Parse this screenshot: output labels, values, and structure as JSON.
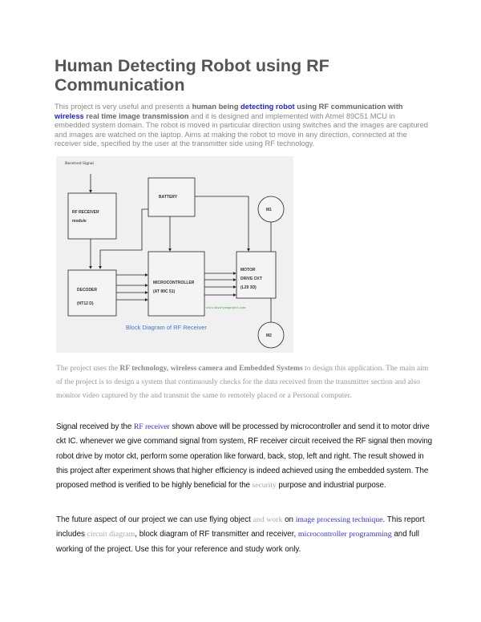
{
  "title": "Human Detecting Robot using RF Communication",
  "intro": {
    "t1": "This project is very useful and presents a ",
    "b1": "human being ",
    "l1": "detecting robot",
    "b2": " using RF communication with ",
    "l2": "wireless",
    "b3": " real time image transmission",
    "t2": " and it is designed and implemented with Atmel 89C51 MCU in embedded system domain. The robot is moved in particular direction using switches and the images are captured and images are watched on the laptop. Aims at making the robot  to move in any direction, connected at the receiver side, specified by the user at the transmitter side using RF technology."
  },
  "diagram": {
    "received_signal": "Received Signal",
    "rf_receiver": "RF RECEIVER",
    "rf_module": "module",
    "battery": "BATTERY",
    "decoder": "DECODER",
    "decoder_part": "(HT12 D)",
    "mcu": "MICROCONTROLLER",
    "mcu_part": "(AT 89C 51)",
    "motor": "MOTOR",
    "motor2": "DRIVE CKT",
    "motor_part": "(L29 3D)",
    "m1": "M1",
    "m2": "M2",
    "watermark": "www.final-yearproject.com",
    "caption": "Block Diagram of RF Receiver"
  },
  "para2": {
    "t1": "The project uses the ",
    "b1": "RF technology, wireless camera and Embedded Systems",
    "t2": " to design this application. The main aim of the project is to design a system that continuously checks for the data received from the transmitter section and also monitor video captured by the and transmit the same to remotely placed or a Personal computer."
  },
  "para3": {
    "t1": "Signal received by the ",
    "l1": "RF receiver",
    "t2": " shown above will be processed by microcontroller and send it to motor drive ckt IC. whenever we give command signal from system, RF receiver circuit received the RF signal then moving robot drive by motor ckt, perform some operation like forward, back, stop, left and right. The result showed in this project after experiment shows that higher efficiency is indeed achieved using the embedded system. The proposed method is verified to be highly beneficial for the ",
    "g1": "security",
    "t3": " purpose and industrial purpose."
  },
  "para4": {
    "t1": "The future aspect of our project we can use flying object ",
    "g1": "and work",
    "t2": " on ",
    "l1": "image processing technique",
    "t3": ". This report includes ",
    "g2": "circuit diagram",
    "t4": ", block diagram of RF transmitter and receiver, ",
    "l2": "microcontroller programming",
    "t5": " and full working of the project. Use this for your reference and study work only."
  }
}
